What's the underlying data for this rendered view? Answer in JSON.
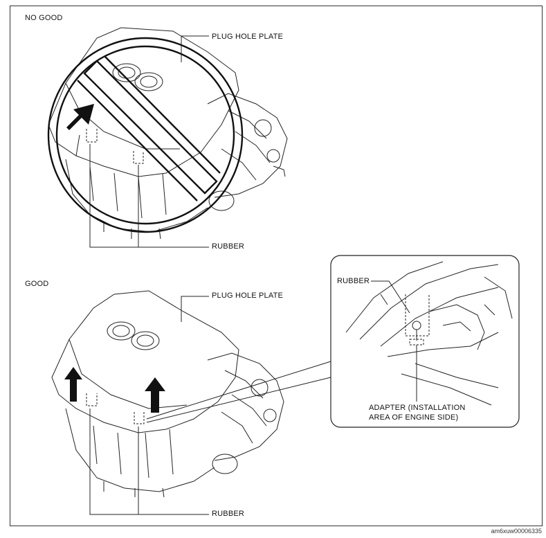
{
  "top_panel": {
    "title": "NO GOOD",
    "plug_hole_plate_label": "PLUG HOLE PLATE",
    "rubber_label": "RUBBER"
  },
  "bottom_panel": {
    "title": "GOOD",
    "plug_hole_plate_label": "PLUG HOLE PLATE",
    "rubber_label": "RUBBER"
  },
  "detail_inset": {
    "rubber_label": "RUBBER",
    "adapter_label_line1": "ADAPTER (INSTALLATION",
    "adapter_label_line2": "AREA OF ENGINE SIDE)"
  },
  "figure_code": "am6xuw00006335"
}
